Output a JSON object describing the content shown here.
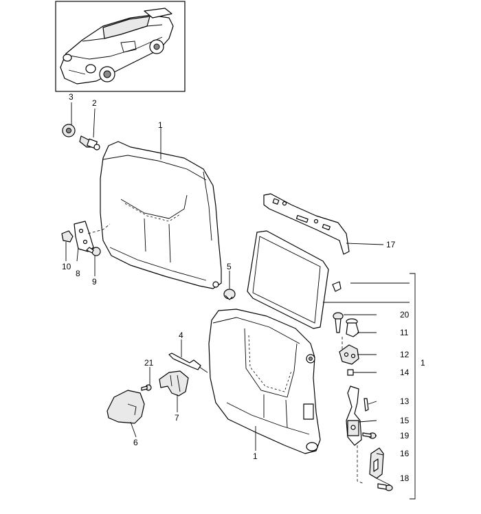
{
  "callouts": {
    "c1a": "1",
    "c1b": "1",
    "c1c": "1",
    "c2": "2",
    "c3": "3",
    "c4": "4",
    "c5": "5",
    "c6": "6",
    "c7": "7",
    "c8": "8",
    "c9": "9",
    "c10": "10",
    "c11": "11",
    "c12": "12",
    "c13": "13",
    "c14": "14",
    "c15": "15",
    "c16": "16",
    "c17": "17",
    "c18": "18",
    "c19": "19",
    "c20": "20",
    "c21": "21"
  },
  "icons": {
    "vehicle": "car-thumbnail-icon"
  }
}
